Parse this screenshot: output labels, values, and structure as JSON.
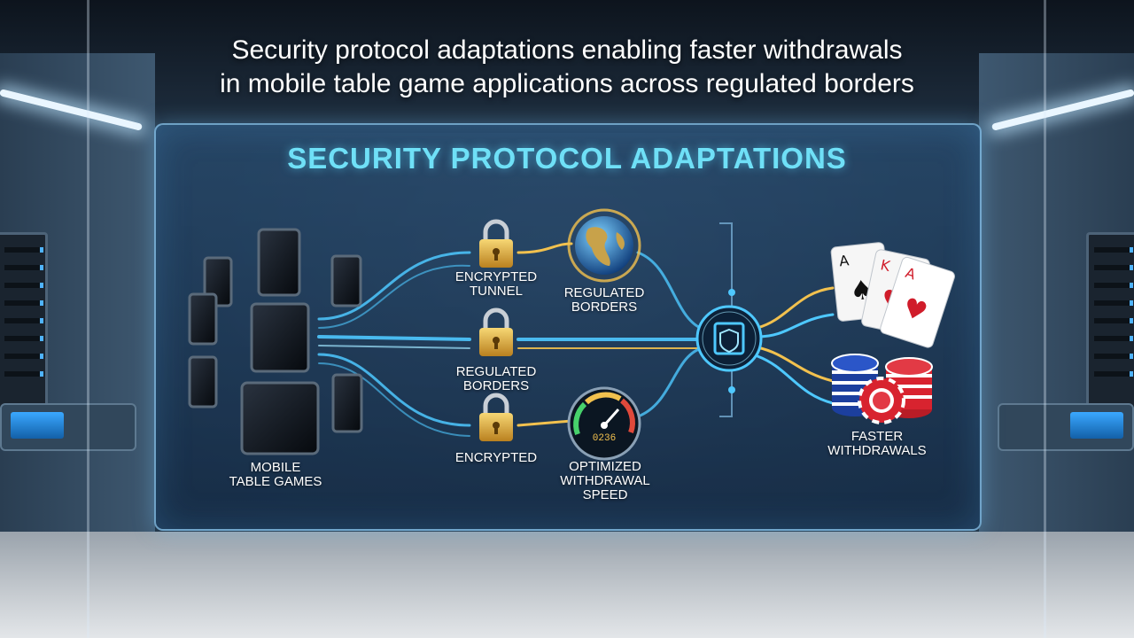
{
  "headline": {
    "line1": "Security protocol adaptations enabling faster withdrawals",
    "line2": "in mobile table game applications across regulated borders"
  },
  "panel": {
    "title": "SECURITY PROTOCOL ADAPTATIONS"
  },
  "nodes": {
    "mobile_games": {
      "line1": "MOBILE",
      "line2": "TABLE GAMES"
    },
    "lock_top": {
      "line1": "ENCRYPTED",
      "line2": "TUNNEL"
    },
    "lock_middle": {
      "line1": "REGULATED",
      "line2": "BORDERS"
    },
    "lock_bottom": {
      "line1": "ENCRYPTED"
    },
    "globe": {
      "line1": "REGULATED",
      "line2": "BORDERS"
    },
    "speedometer": {
      "line1": "OPTIMIZED",
      "line2": "WITHDRAWAL",
      "line3": "SPEED",
      "readout": "0236"
    },
    "faster_withdrawals": {
      "line1": "FASTER",
      "line2": "WITHDRAWALS"
    }
  },
  "cards": [
    {
      "rank": "A",
      "suit": "♠",
      "color": "#111111"
    },
    {
      "rank": "K",
      "suit": "♥",
      "color": "#d01c2a"
    },
    {
      "rank": "A",
      "suit": "♥",
      "color": "#d01c2a"
    }
  ],
  "colors": {
    "accent": "#6fe0f7",
    "flow_blue": "#4ec8ff",
    "flow_gold": "#f2c14e",
    "lock_gold": "#e3b23c",
    "chip_red": "#d8232f",
    "chip_blue": "#1c3f9e"
  }
}
